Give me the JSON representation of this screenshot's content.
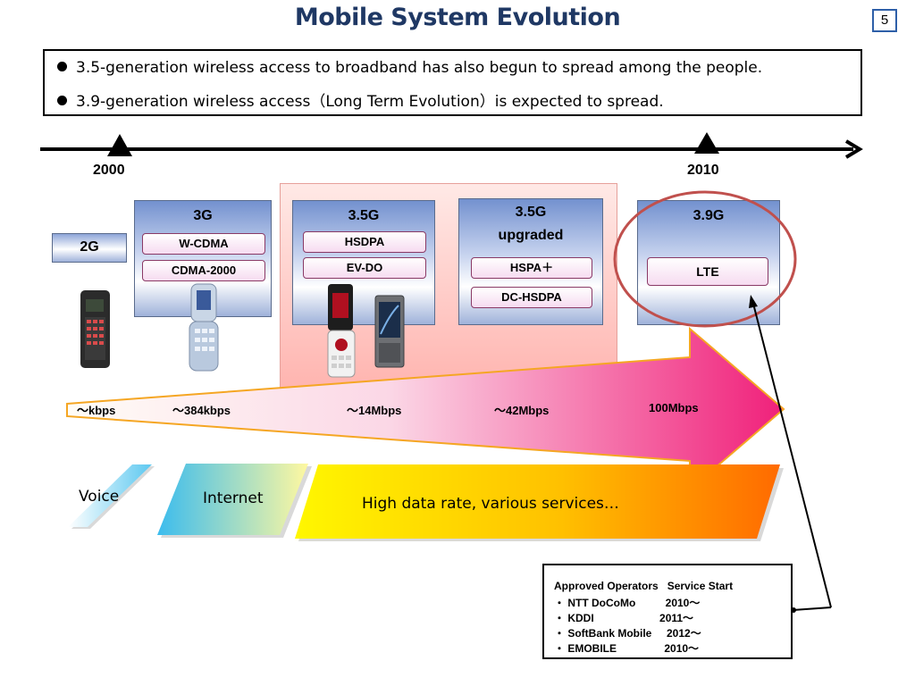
{
  "title": "Mobile System Evolution",
  "page_number": "5",
  "bullets": [
    "3.5-generation wireless access to broadband has also begun to spread among the people.",
    "3.9-generation wireless access（Long Term Evolution）is expected to spread."
  ],
  "timeline": {
    "start_year": "2000",
    "end_year": "2010"
  },
  "generations": {
    "g2": {
      "label": "2G"
    },
    "g3": {
      "label": "3G",
      "techs": [
        "W-CDMA",
        "CDMA-2000"
      ]
    },
    "g35": {
      "label": "3.5G",
      "techs": [
        "HSDPA",
        "EV-DO"
      ]
    },
    "g35u": {
      "label_line1": "3.5G",
      "label_line2": "upgraded",
      "techs": [
        "HSPA＋",
        "DC-HSDPA"
      ]
    },
    "g39": {
      "label": "3.9G",
      "techs": [
        "LTE"
      ]
    }
  },
  "speeds": [
    "～kbps",
    "～384kbps",
    "～14Mbps",
    "～42Mbps",
    "100Mbps"
  ],
  "services": [
    "Voice",
    "Internet",
    "High data rate, various services…"
  ],
  "operators": {
    "header": "Approved Operators   Service Start",
    "rows": [
      "・ NTT DoCoMo          2010～",
      "・ KDDI                      2011～",
      "・ SoftBank Mobile     2012～",
      "・ EMOBILE                2010～"
    ]
  },
  "colors": {
    "title": "#1f3864",
    "arrow_start": "#fffdf7",
    "arrow_end": "#f0207a",
    "arrow_outline": "#f5a623",
    "lte_circle": "#c0504d",
    "gen_box_top": "#7391cf"
  }
}
